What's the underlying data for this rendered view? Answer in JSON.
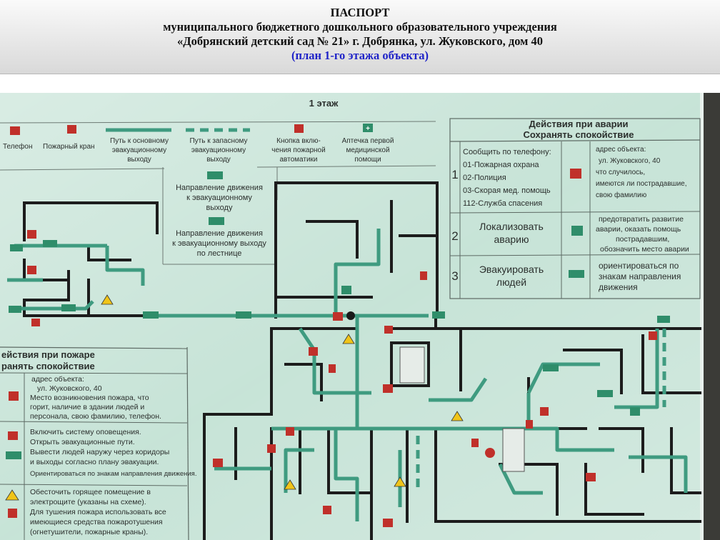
{
  "header": {
    "line1": "ПАСПОРТ",
    "line2": "муниципального бюджетного дошкольного образовательного учреждения",
    "line3": "«Добрянский детский сад № 21» г. Добрянка, ул. Жуковского, дом 40",
    "line4": "(план 1-го этажа объекта)"
  },
  "plan": {
    "floor_title": "1 этаж",
    "legend": {
      "phone": "Телефон",
      "fire_hose": "Пожарный кран",
      "main_exit_l1": "Путь к основному",
      "main_exit_l2": "эвакуационному",
      "main_exit_l3": "выходу",
      "spare_exit_l1": "Путь к запасному",
      "spare_exit_l2": "эвакуационному",
      "spare_exit_l3": "выходу",
      "alarm_btn_l1": "Кнопка вклю-",
      "alarm_btn_l2": "чения пожарной",
      "alarm_btn_l3": "автоматики",
      "first_aid_l1": "Аптечка первой",
      "first_aid_l2": "медицинской",
      "first_aid_l3": "помощи",
      "dir_exit_l1": "Направление движения",
      "dir_exit_l2": "к эвакуационному",
      "dir_exit_l3": "выходу",
      "dir_stairs_l1": "Направление движения",
      "dir_stairs_l2": "к эвакуационному выходу",
      "dir_stairs_l3": "по лестнице"
    },
    "accident": {
      "title1": "Действия при аварии",
      "title2": "Сохранять спокойствие",
      "n1": "1",
      "call_l1": "Сообщить по телефону:",
      "call_l2": "01-Пожарная охрана",
      "call_l3": "02-Полиция",
      "call_l4": "03-Скорая мед. помощь",
      "call_l5": "112-Служба спасения",
      "addr_l1": "адрес объекта:",
      "addr_l2": "ул. Жуковского, 40",
      "addr_l3": "что случилось,",
      "addr_l4": "имеются ли пострадавшие,",
      "addr_l5": "свою фамилию",
      "n2": "2",
      "localize_l1": "Локализовать",
      "localize_l2": "аварию",
      "prevent_l1": "предотвратить развитие",
      "prevent_l2": "аварии, оказать помощь",
      "prevent_l3": "пострадавшим,",
      "prevent_l4": "обозначить место аварии",
      "n3": "3",
      "evac_l1": "Эвакуировать",
      "evac_l2": "людей",
      "orient_l1": "ориентироваться по",
      "orient_l2": "знакам направления",
      "orient_l3": "движения"
    },
    "fire": {
      "title1": "ействия при пожаре",
      "title2": "ранять спокойствие",
      "a_l1": "адрес объекта:",
      "a_l2": "ул. Жуковского, 40",
      "a_l3": "Место возникновения пожара, что",
      "a_l4": "горит, наличие в здании людей и",
      "a_l5": "персонала, свою фамилию, телефон.",
      "b_l1": "Включить систему оповещения.",
      "b_l2": "Открыть эвакуационные пути.",
      "b_l3": "Вывести людей наружу через коридоры",
      "b_l4": "и выходы согласно плану эвакуации.",
      "b_l5": "Ориентироваться по знакам направления движения.",
      "c_l1": "Обесточить горящее помещение в",
      "c_l2": "электрощите (указаны на схеме).",
      "c_l3": "Для тушения пожара использовать все",
      "c_l4": "имеющиеся средства пожаротушения",
      "c_l5": "(огнетушители, пожарные краны)."
    }
  },
  "colors": {
    "board": "#c4e2d5",
    "route": "#3f9b80",
    "wall": "#1c1c1c",
    "sign_red": "#c0302a",
    "sign_green": "#2f8d6a",
    "header_blue": "#1f23c8"
  }
}
